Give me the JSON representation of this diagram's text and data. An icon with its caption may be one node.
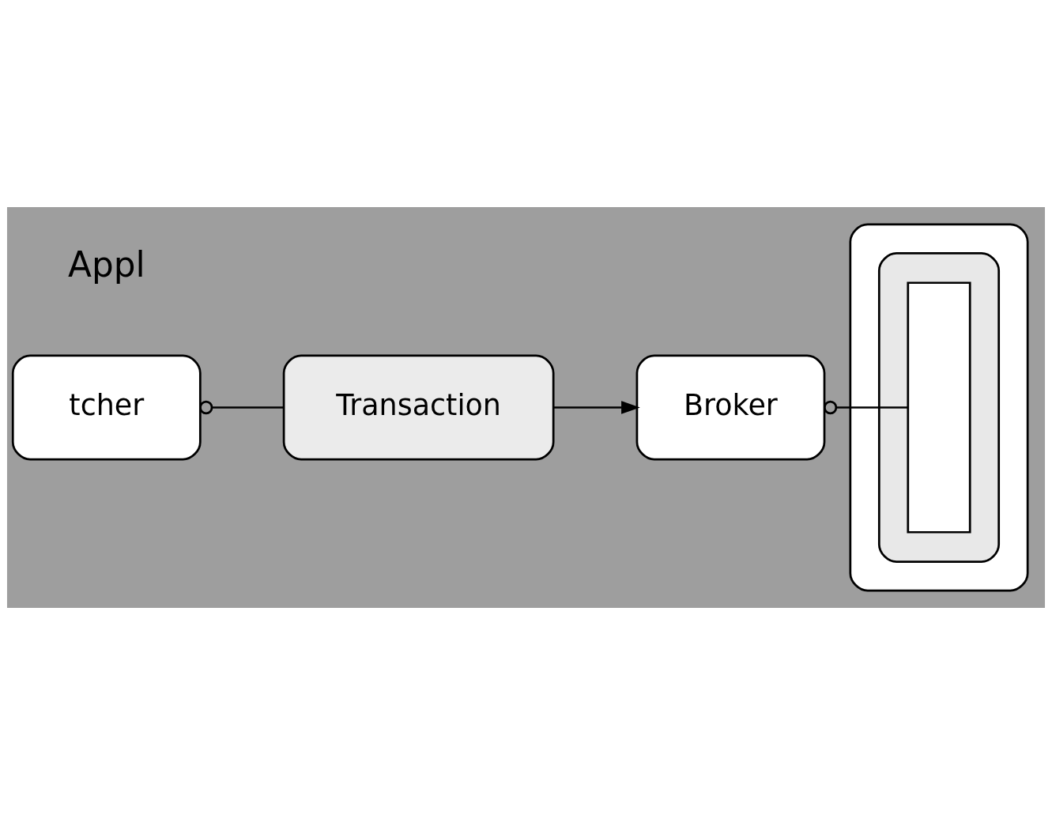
{
  "diagram": {
    "nodes": [
      {
        "text": [
          "tcher"
        ]
      },
      {
        "text": [
          "Transaction"
        ]
      },
      {
        "text": [
          "Broker"
        ]
      },
      {
        "text": [],
        "shape": "box"
      },
      {
        "text": [],
        "shape": "box",
        "in": 3
      },
      {
        "text": [],
        "shape": "box",
        "in": 4
      }
    ],
    "edges": [
      {
        "from": 0,
        "to": 1,
        "arrow": "other"
      },
      {
        "from": 1,
        "to": 2,
        "arrow": "to"
      },
      {
        "from": 2,
        "to": 5,
        "arrow": "other"
      }
    ],
    "labels": [
      "Appl"
    ]
  }
}
